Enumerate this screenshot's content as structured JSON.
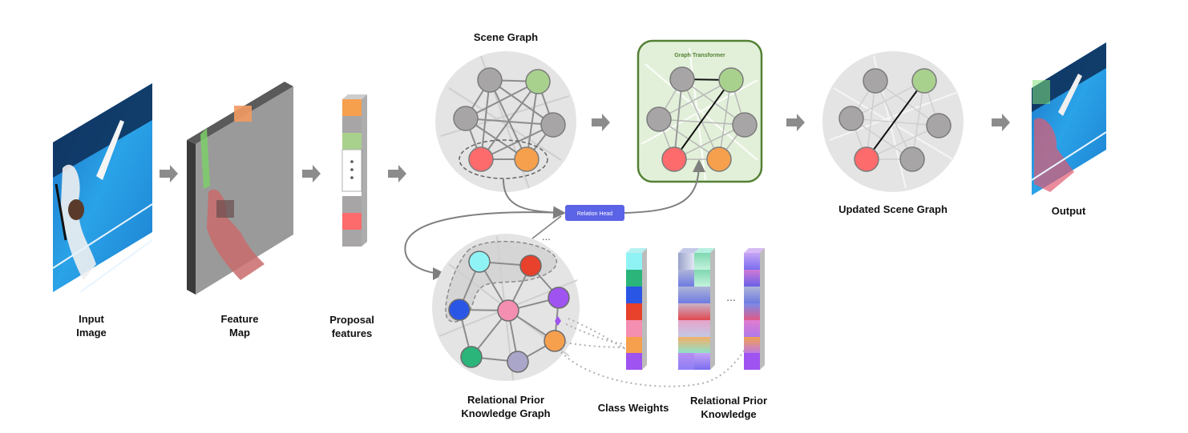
{
  "labels": {
    "input_1": "Input",
    "input_2": "Image",
    "feature_1": "Feature",
    "feature_2": "Map",
    "proposal_1": "Proposal",
    "proposal_2": "features",
    "scene_graph": "Scene Graph",
    "graph_transformer": "Graph Transformer",
    "relation_head": "Relation Head",
    "updated_scene_graph": "Updated Scene Graph",
    "output": "Output",
    "rpkg_1": "Relational Prior",
    "rpkg_2": "Knowledge Graph",
    "class_weights": "Class Weights",
    "rpk_1": "Relational Prior",
    "rpk_2": "Knowledge",
    "ellipsis": "...",
    "ellipsis_short": "..."
  },
  "colors": {
    "gray_node": "#a7a5a6",
    "green_node": "#a9d18e",
    "red_node": "#fe6b6d",
    "orange_node": "#f6a04d",
    "cyan_node": "#8ff3f5",
    "crimson_node": "#e8412c",
    "blue_node": "#2a56e6",
    "pink_node": "#f48fb1",
    "purple_node": "#9f53f0",
    "teal_node": "#2bb57a",
    "lavender_node": "#a9a6c9",
    "transformer_border": "#538135",
    "transformer_fill": "#e2f0d9",
    "relation_head": "#5b63e6",
    "arrow_gray": "#8c8c8c"
  }
}
